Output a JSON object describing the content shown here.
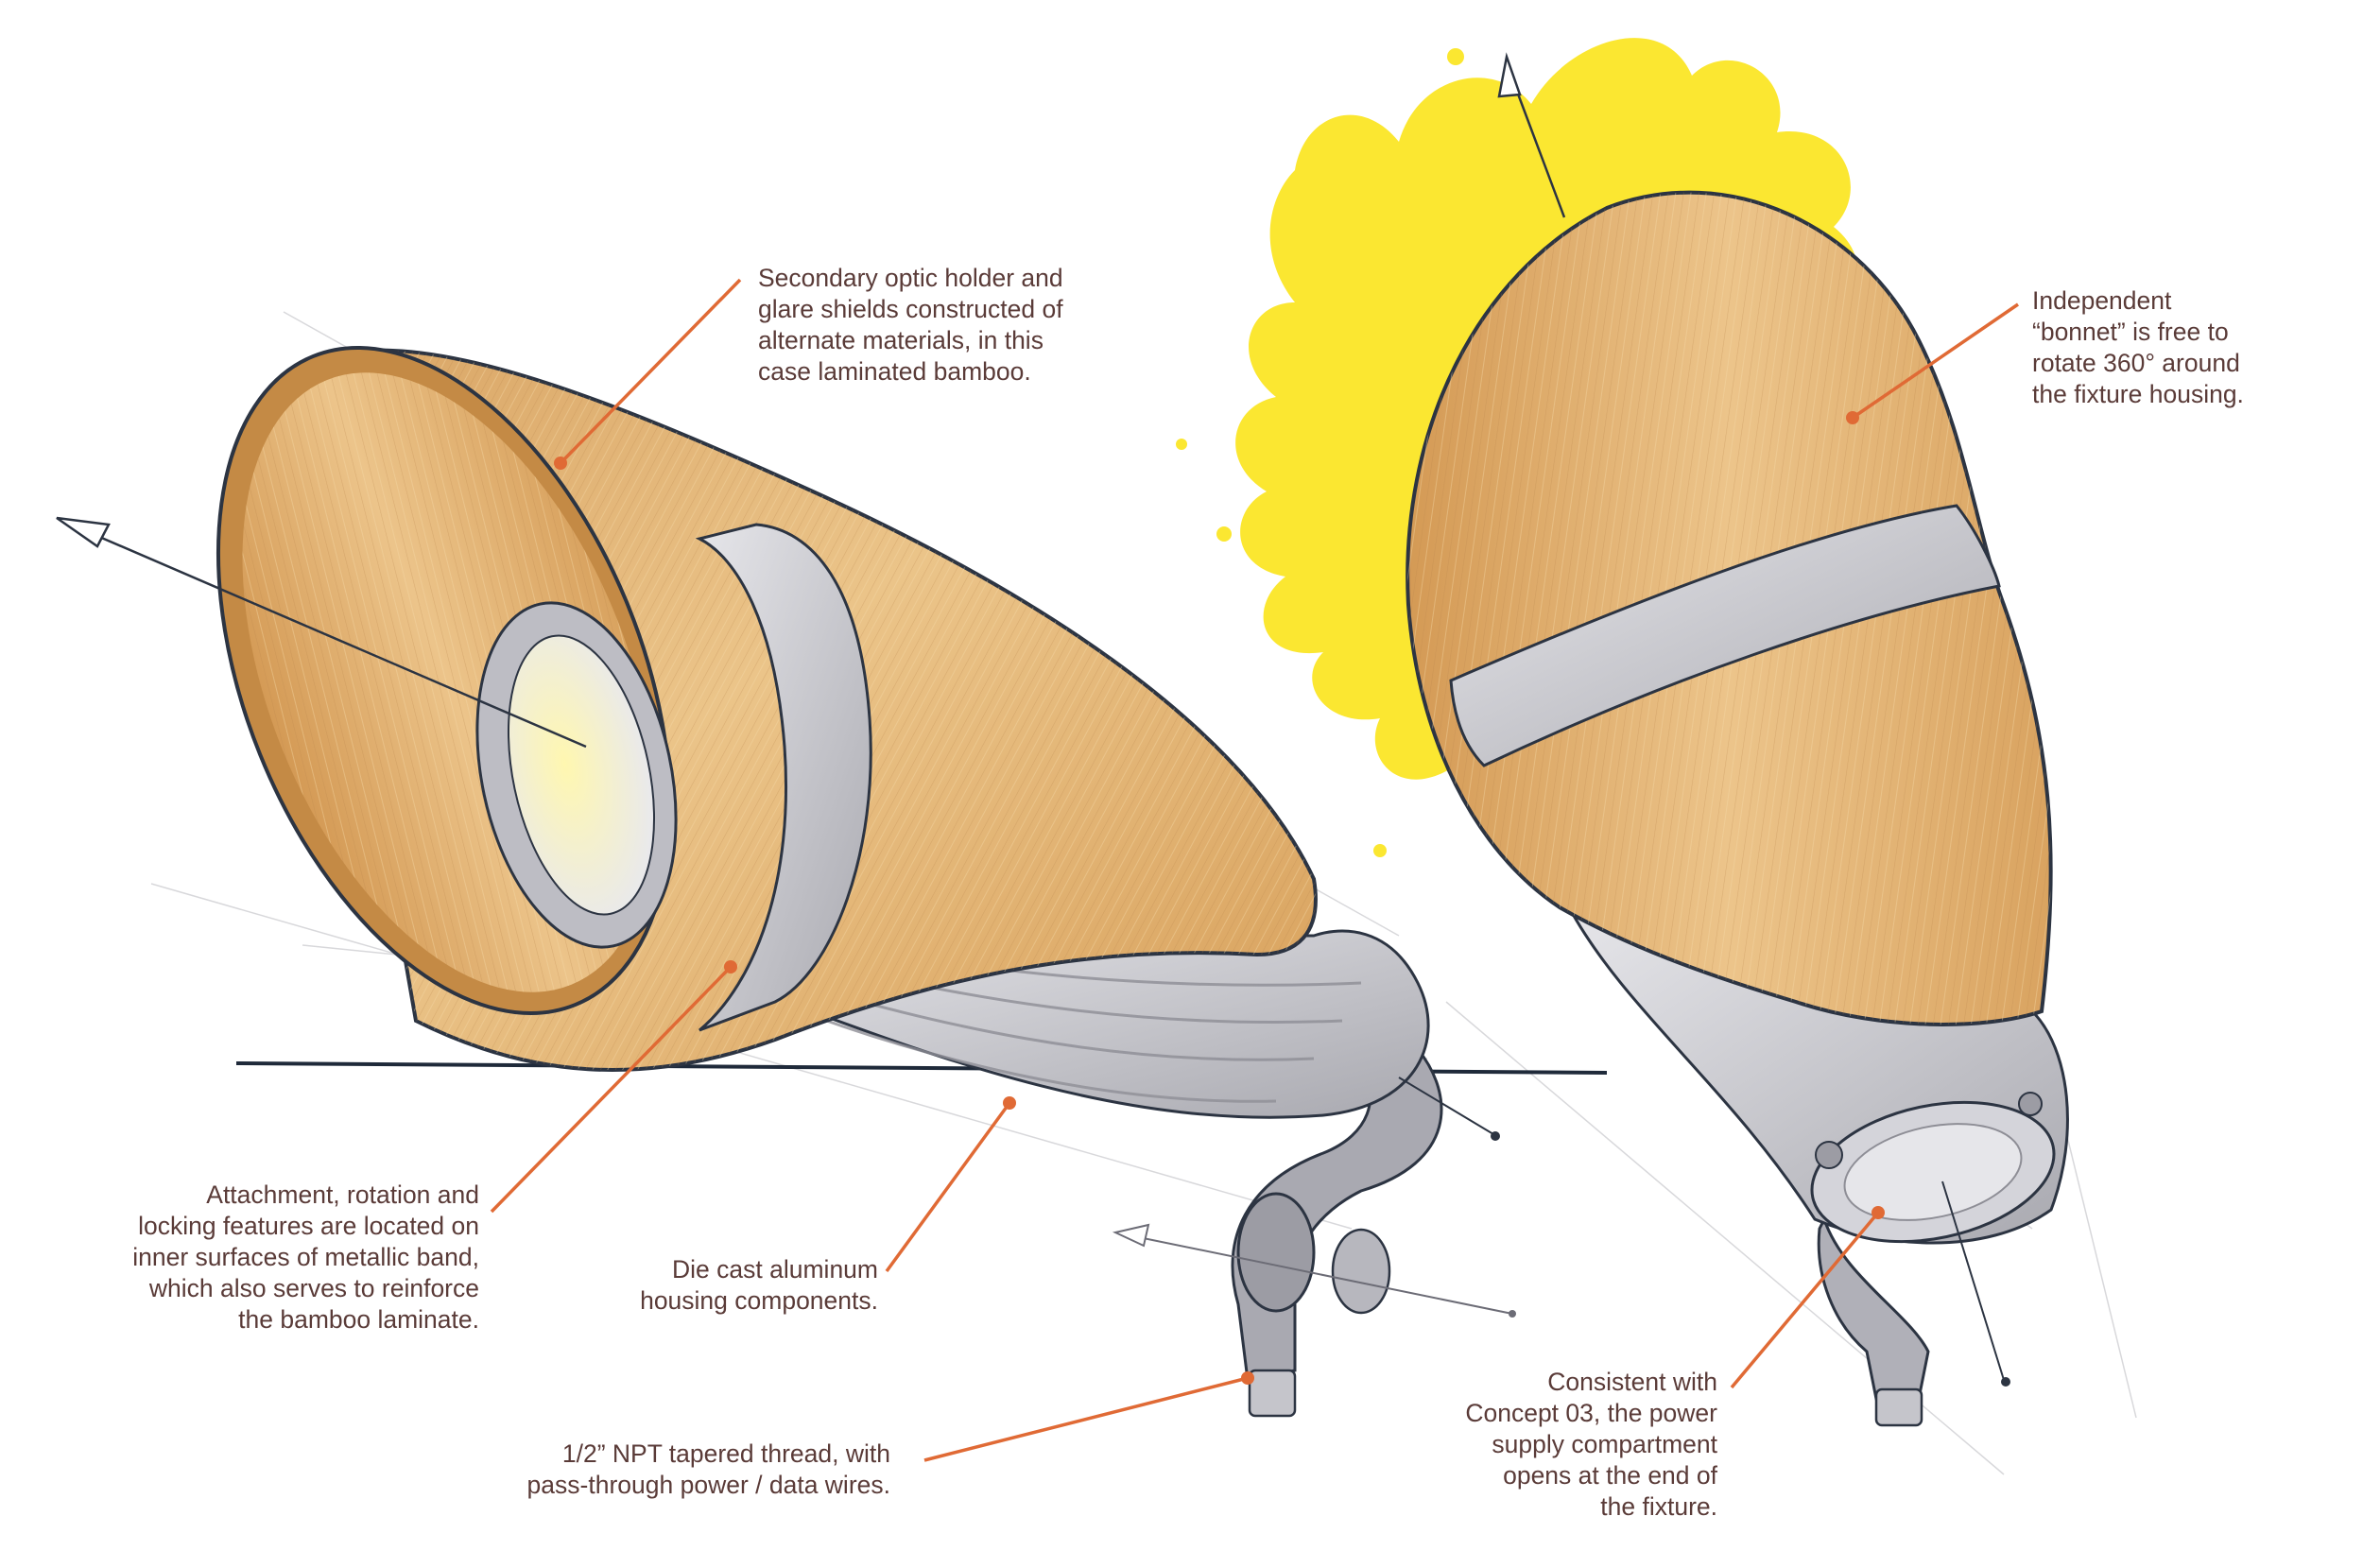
{
  "callouts": {
    "secondary_optic": "Secondary optic holder and\nglare shields constructed of\nalternate materials, in this\ncase laminated bamboo.",
    "bonnet": "Independent\n“bonnet” is free to\nrotate 360° around\nthe fixture housing.",
    "attachment": "Attachment, rotation and\nlocking features are located on\ninner surfaces of metallic band,\nwhich also serves to reinforce\nthe bamboo laminate.",
    "die_cast": "Die cast aluminum\nhousing components.",
    "thread": "1/2” NPT tapered thread, with\npass-through power / data wires.",
    "power_supply": "Consistent with\nConcept 03, the power\nsupply compartment\nopens at the end of\nthe fixture."
  },
  "colors": {
    "leader": "#e06a35",
    "text": "#5a3b38",
    "bamboo": "#e2b46f",
    "metal": "#c9c9cd",
    "glow": "#fbe731"
  }
}
